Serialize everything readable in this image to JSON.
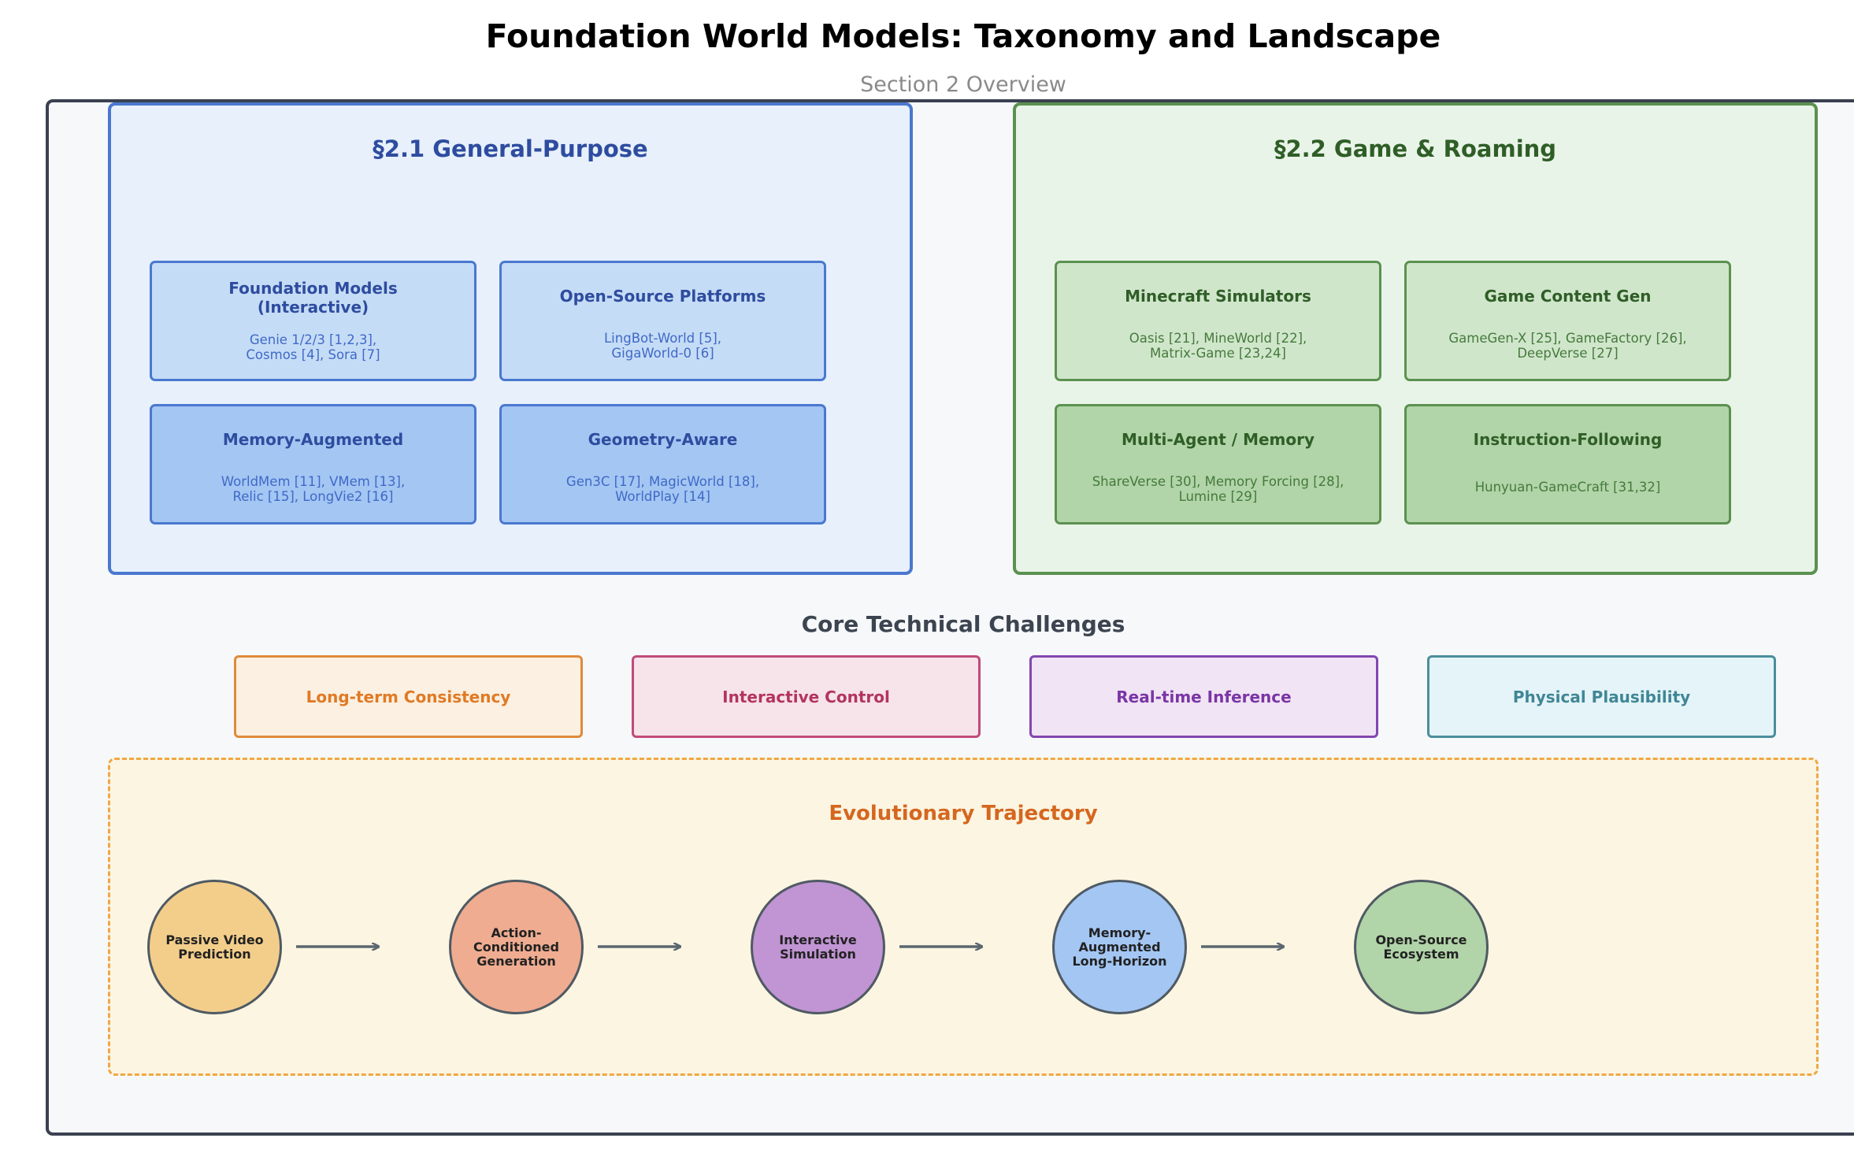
{
  "title": "Foundation World Models: Taxonomy and Landscape",
  "subtitle": "Section 2 Overview",
  "general": {
    "title": "§2.1 General-Purpose",
    "cards": [
      {
        "title": "Foundation Models\n(Interactive)",
        "desc": "Genie 1/2/3 [1,2,3],\nCosmos [4], Sora [7]"
      },
      {
        "title": "Open-Source Platforms",
        "desc": "LingBot-World [5],\nGigaWorld-0 [6]"
      },
      {
        "title": "Memory-Augmented",
        "desc": "WorldMem [11], VMem [13],\nRelic [15], LongVie2 [16]"
      },
      {
        "title": "Geometry-Aware",
        "desc": "Gen3C [17], MagicWorld [18],\nWorldPlay [14]"
      }
    ]
  },
  "game": {
    "title": "§2.2 Game & Roaming",
    "cards": [
      {
        "title": "Minecraft Simulators",
        "desc": "Oasis [21], MineWorld [22],\nMatrix-Game [23,24]"
      },
      {
        "title": "Game Content Gen",
        "desc": "GameGen-X [25], GameFactory [26],\nDeepVerse [27]"
      },
      {
        "title": "Multi-Agent / Memory",
        "desc": "ShareVerse [30], Memory Forcing [28],\nLumine [29]"
      },
      {
        "title": "Instruction-Following",
        "desc": "Hunyuan-GameCraft [31,32]"
      }
    ]
  },
  "challenges": {
    "title": "Core Technical Challenges",
    "items": [
      "Long-term Consistency",
      "Interactive Control",
      "Real-time Inference",
      "Physical Plausibility"
    ]
  },
  "trajectory": {
    "title": "Evolutionary Trajectory",
    "stages": [
      "Passive Video\nPrediction",
      "Action-Conditioned\nGeneration",
      "Interactive\nSimulation",
      "Memory-Augmented\nLong-Horizon",
      "Open-Source\nEcosystem"
    ]
  },
  "colors": {
    "general_border": "#4a78cf",
    "game_border": "#5b9150",
    "trajectory_border": "#efa845",
    "arrow": "#5a6770"
  }
}
